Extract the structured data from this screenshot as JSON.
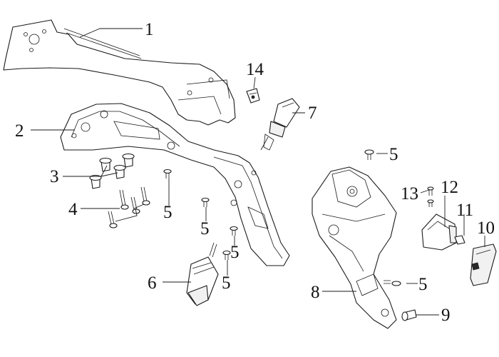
{
  "diagram": {
    "callouts": [
      {
        "id": "c1",
        "label": "1"
      },
      {
        "id": "c2",
        "label": "2"
      },
      {
        "id": "c3",
        "label": "3"
      },
      {
        "id": "c4",
        "label": "4"
      },
      {
        "id": "c5a",
        "label": "5"
      },
      {
        "id": "c5b",
        "label": "5"
      },
      {
        "id": "c5c",
        "label": "5"
      },
      {
        "id": "c5d",
        "label": "5"
      },
      {
        "id": "c5e",
        "label": "5"
      },
      {
        "id": "c5f",
        "label": "5"
      },
      {
        "id": "c6",
        "label": "6"
      },
      {
        "id": "c7",
        "label": "7"
      },
      {
        "id": "c8",
        "label": "8"
      },
      {
        "id": "c9",
        "label": "9"
      },
      {
        "id": "c10",
        "label": "10"
      },
      {
        "id": "c11",
        "label": "11"
      },
      {
        "id": "c12",
        "label": "12"
      },
      {
        "id": "c13",
        "label": "13"
      },
      {
        "id": "c14",
        "label": "14"
      }
    ]
  }
}
